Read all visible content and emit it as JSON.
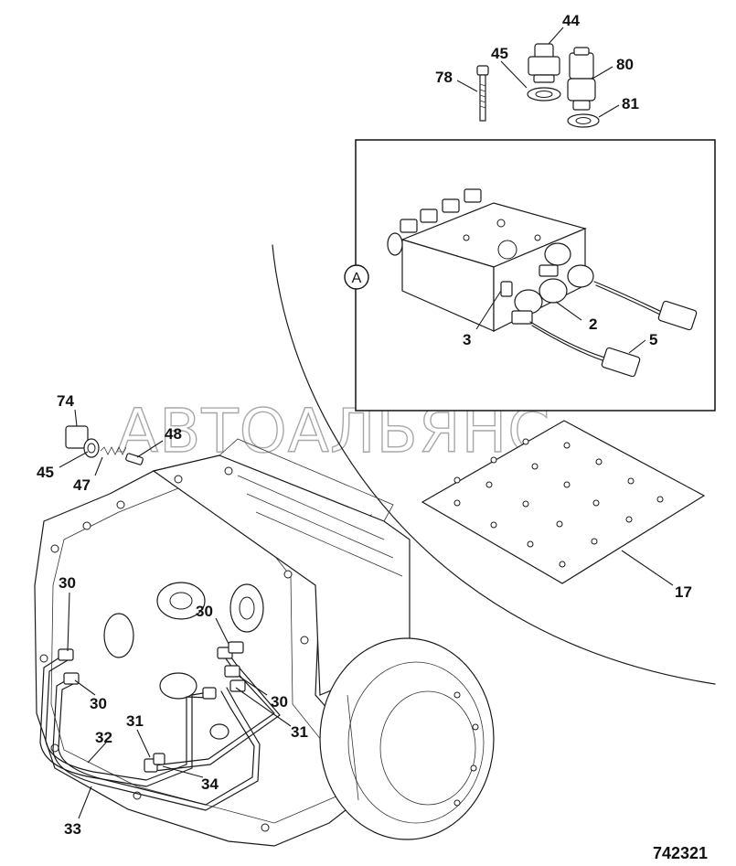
{
  "figure_number": "742321",
  "watermark": "АВТОАЛЬЯНС",
  "detail_marker": "A",
  "callouts": {
    "c44": "44",
    "c45_top": "45",
    "c78": "78",
    "c80": "80",
    "c81": "81",
    "c2": "2",
    "c3": "3",
    "c5": "5",
    "c74": "74",
    "c48": "48",
    "c45_left": "45",
    "c47": "47",
    "c17": "17",
    "c30_a": "30",
    "c30_b": "30",
    "c30_c": "30",
    "c30_d": "30",
    "c31_a": "31",
    "c31_b": "31",
    "c32": "32",
    "c33": "33",
    "c34": "34"
  }
}
